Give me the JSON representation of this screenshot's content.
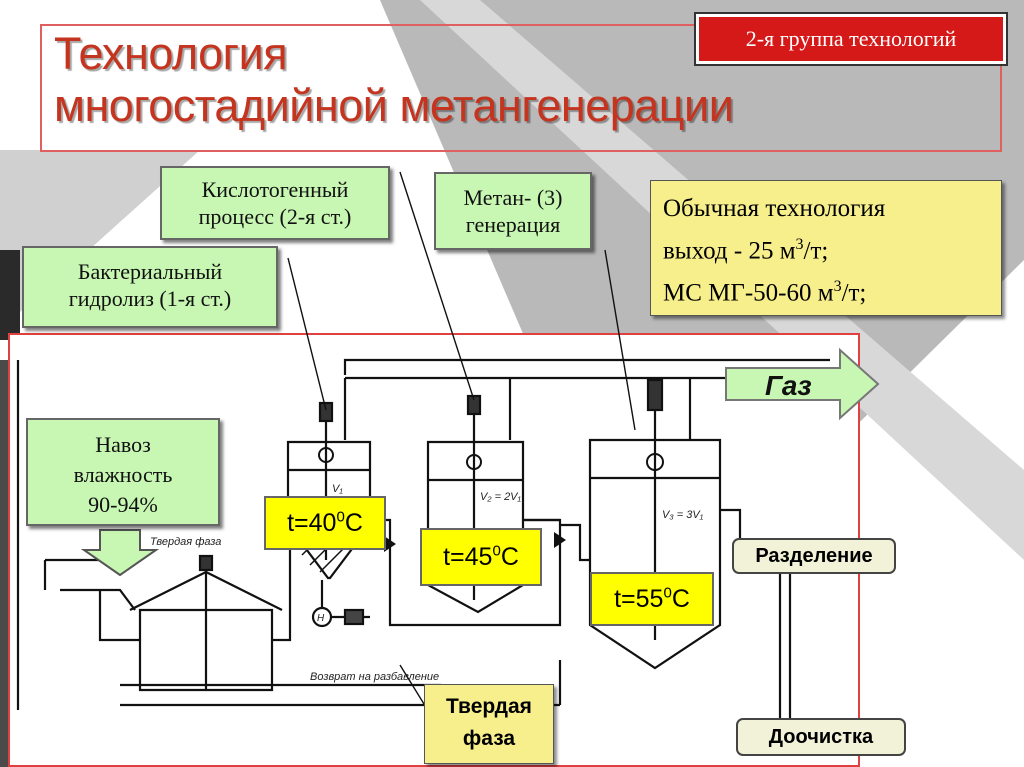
{
  "slide": {
    "title_line1": "Технология",
    "title_line2": "многостадийной метангенерации",
    "badge": "2-я группа технологий"
  },
  "labels": {
    "acidogenic_line1": "Кислотогенный",
    "acidogenic_line2": "процесс (2-я ст.)",
    "methane_line1": "Метан- (3)",
    "methane_line2": "генерация",
    "hydrolysis_line1": "Бактериальный",
    "hydrolysis_line2": "гидролиз  (1-я ст.)",
    "manure_line1": "Навоз",
    "manure_line2": "влажность",
    "manure_line3": "90-94%",
    "gas": "Газ",
    "separation": "Разделение",
    "post_treatment": "Доочистка",
    "solid_line1": "Твердая",
    "solid_line2": "фаза"
  },
  "info": {
    "line1": "Обычная технология",
    "line2_prefix": "выход - 25 м",
    "line2_sup": "3",
    "line2_suffix": "/т;",
    "line3_prefix": "МС МГ-50-60 м",
    "line3_sup": "3",
    "line3_suffix": "/т;"
  },
  "temperatures": {
    "t1_prefix": "t=40",
    "t1_sup": "0",
    "t1_suffix": "C",
    "t2_prefix": "t=45",
    "t2_sup": "0",
    "t2_suffix": "C",
    "t3_prefix": "t=55",
    "t3_sup": "0",
    "t3_suffix": "C"
  },
  "drawing_text": {
    "solid_phase": "Твердая фаза",
    "return_line": "Возврат на разбавление",
    "v1": "V₁",
    "v2": "V₂ = 2V₁",
    "v3": "V₃ = 3V₁",
    "pump": "Н"
  },
  "colors": {
    "title": "#c4341f",
    "badge": "#d51818",
    "green_box": "#c8f7b3",
    "yellow_box": "#f7ef8c",
    "temp_box": "#ffff00",
    "frame": "#e04040"
  }
}
